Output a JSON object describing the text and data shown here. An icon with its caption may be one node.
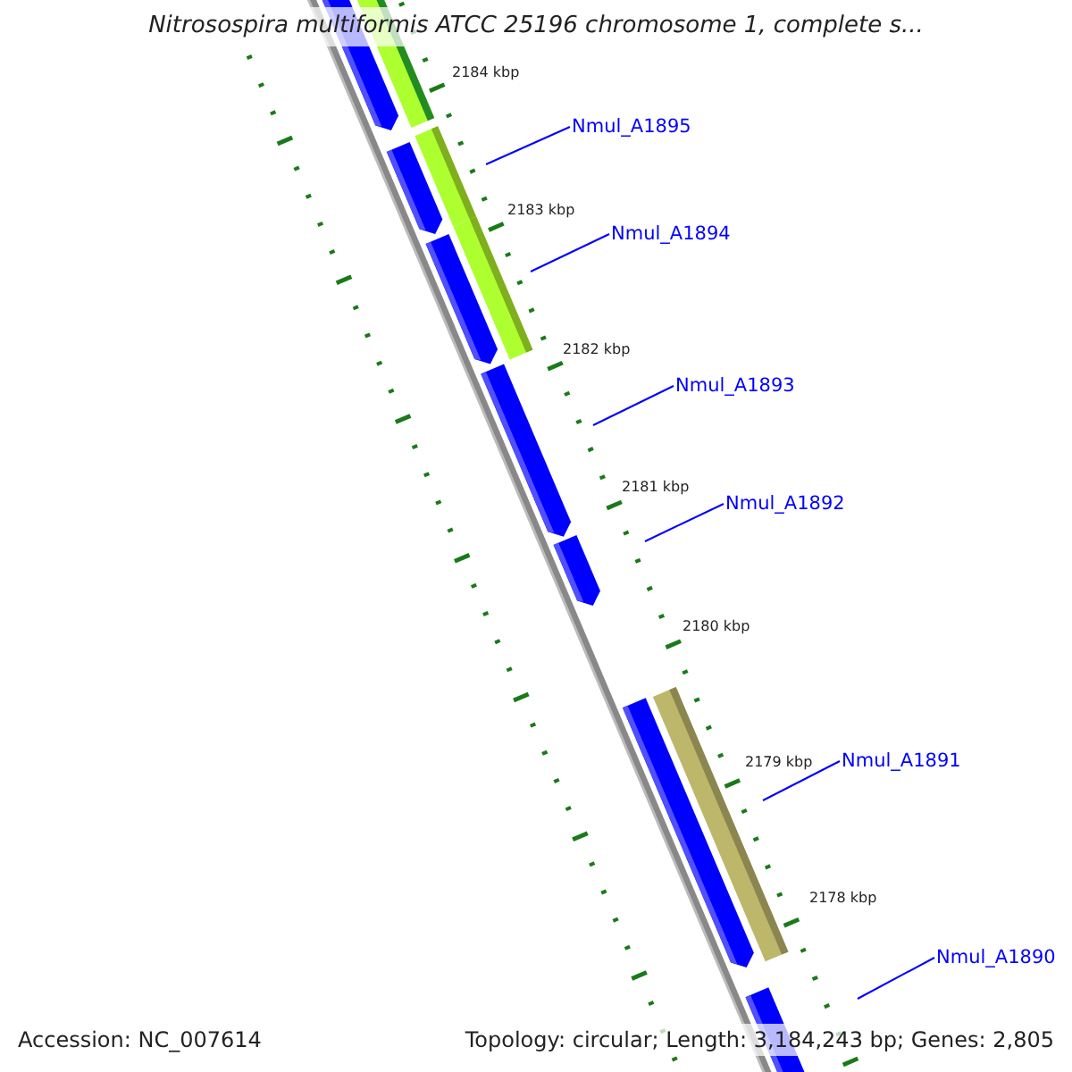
{
  "diagram": {
    "title": "Nitrosospira multiformis ATCC 25196 chromosome 1, complete s...",
    "nodes": [
      {
        "text": [
          "Nmul_A1895"
        ]
      },
      {
        "text": [
          "Nmul_A1894"
        ]
      },
      {
        "text": [
          "Nmul_A1893"
        ]
      },
      {
        "text": [
          "Nmul_A1892"
        ]
      },
      {
        "text": [
          "Nmul_A1891"
        ]
      },
      {
        "text": [
          "Nmul_A1890"
        ]
      }
    ],
    "edges": [
      {
        "from": 0,
        "to": null,
        "arrow": "none"
      },
      {
        "from": 1,
        "to": null,
        "arrow": "none"
      },
      {
        "from": 2,
        "to": null,
        "arrow": "none"
      },
      {
        "from": 3,
        "to": null,
        "arrow": "none"
      },
      {
        "from": 4,
        "to": null,
        "arrow": "none"
      },
      {
        "from": 5,
        "to": null,
        "arrow": "none"
      }
    ],
    "labels": [
      "2184 kbp",
      "2183 kbp",
      "2182 kbp",
      "2181 kbp",
      "2180 kbp",
      "2179 kbp",
      "2178 kbp",
      "Accession: NC_007614",
      "Topology: circular; Length: 3,184,243 bp; Genes: 2,805"
    ]
  }
}
